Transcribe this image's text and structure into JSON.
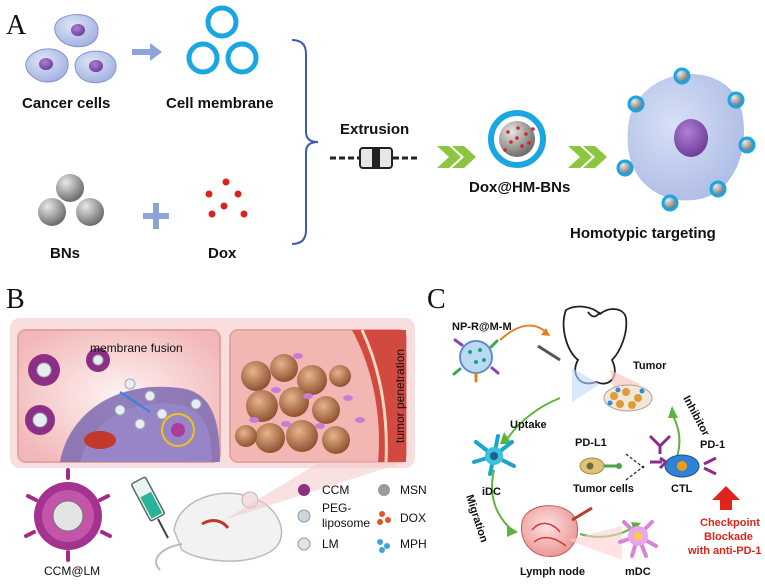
{
  "panels": {
    "a": {
      "letter": "A",
      "cancer_cells": "Cancer cells",
      "cell_membrane": "Cell membrane",
      "bns": "BNs",
      "dox": "Dox",
      "extrusion": "Extrusion",
      "nanoparticle": "Dox@HM-BNs",
      "homotypic": "Homotypic targeting"
    },
    "b": {
      "letter": "B",
      "membrane_fusion": "membrane fusion",
      "tumor_penetration": "tumor penetration",
      "ccm_lm": "CCM@LM",
      "legend": {
        "ccm": "CCM",
        "msn": "MSN",
        "peg1": "PEG-",
        "peg2": "liposome",
        "dox": "DOX",
        "lm": "LM",
        "mph": "MPH"
      }
    },
    "c": {
      "letter": "C",
      "np": "NP-R@M-M",
      "tumor": "Tumor",
      "uptake": "Uptake",
      "inhibitor": "Inhibitor",
      "pdl1": "PD-L1",
      "pd1": "PD-1",
      "idc": "iDC",
      "tumor_cells": "Tumor cells",
      "ctl": "CTL",
      "migration": "Migration",
      "lymph_node": "Lymph node",
      "mdc": "mDC",
      "checkpoint1": "Checkpoint",
      "checkpoint2": "Blockade",
      "checkpoint3": "with anti-PD-1"
    }
  },
  "colors": {
    "membrane_blue": "#1aa6e0",
    "cell_lavender": "#b7c3e8",
    "nucleus_purple": "#8a57b8",
    "dox_red": "#d8231f",
    "bn_gray": "#8c8c8c",
    "arrow_green": "#8cc63f",
    "bracket_blue": "#3b5bb5",
    "panel_b_pink": "#f4c8c8",
    "checkpoint_red": "#e0231c"
  }
}
